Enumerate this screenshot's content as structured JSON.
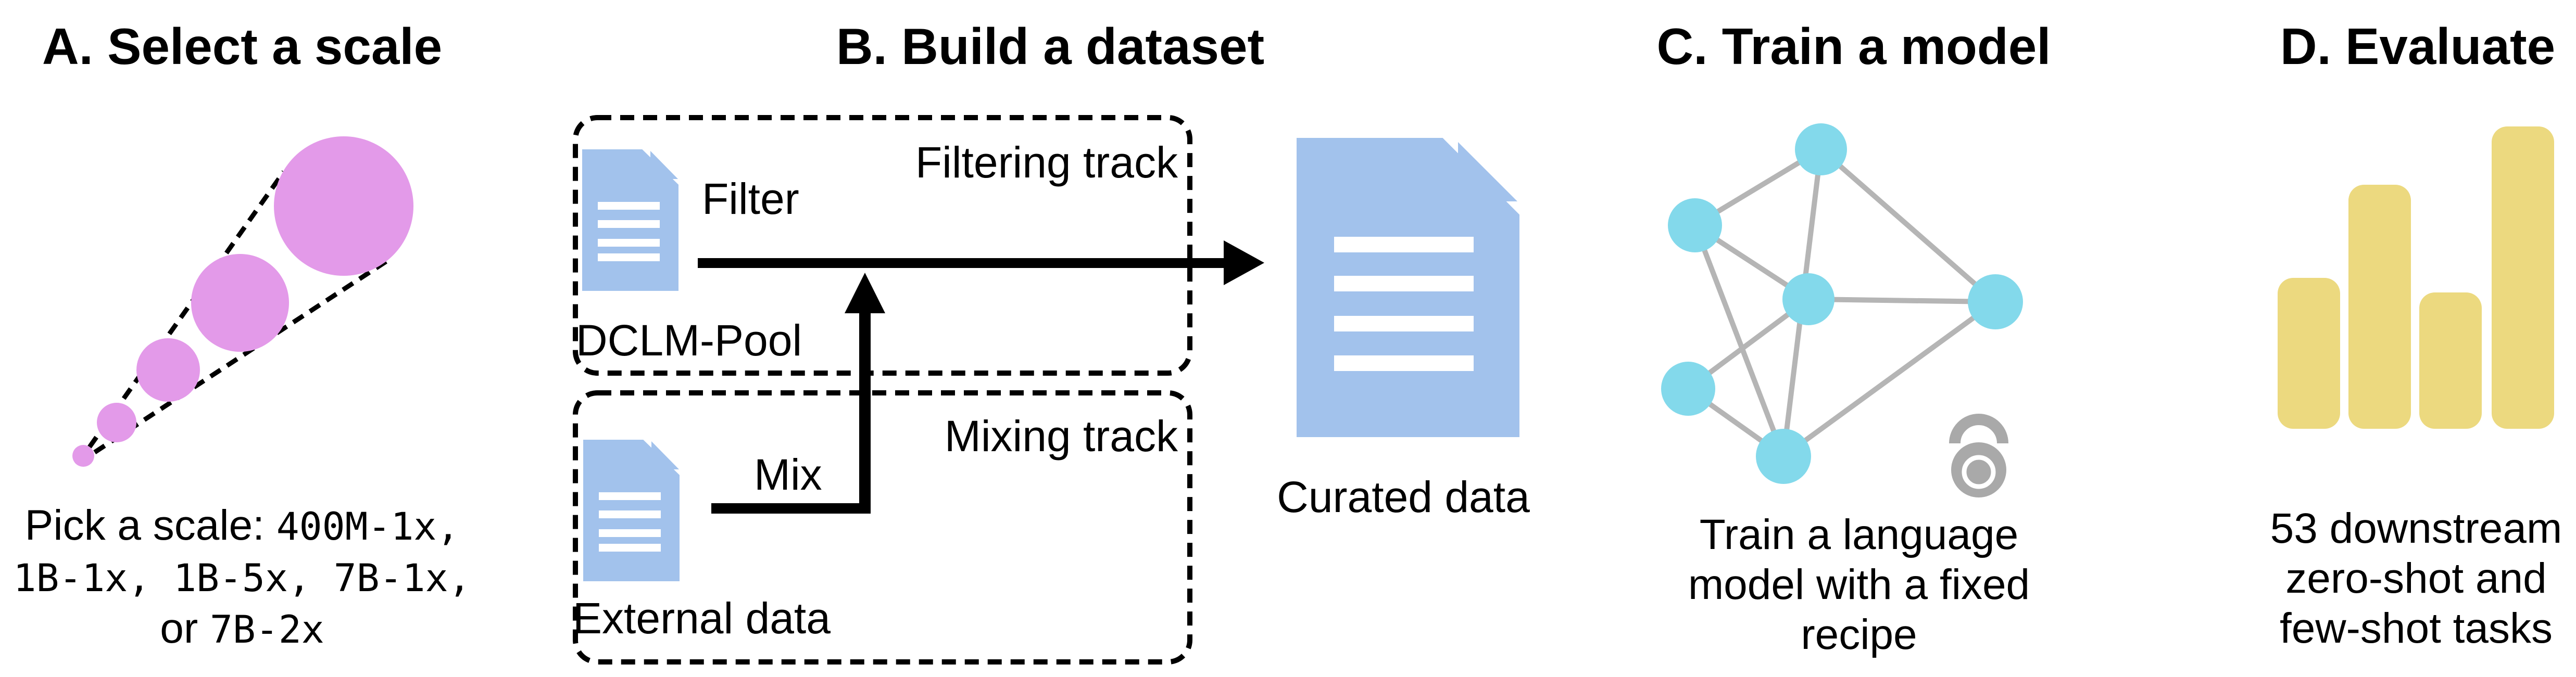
{
  "colors": {
    "circle-purple": "#e39ae9",
    "doc-blue": "#a2c2ec",
    "node-cyan": "#83d9eb",
    "edge-gray": "#b5b5b5",
    "lock-gray": "#a9a9a9",
    "bar-yellow": "#ecd97f",
    "ink": "#000000"
  },
  "panels": {
    "a": {
      "title": "A. Select a scale",
      "icon": "scale-cone-icon",
      "caption": {
        "prefix": "Pick a scale: ",
        "code1": "400M-1x,",
        "code2": "1B-1x, 1B-5x, 7B-1x,",
        "or_word": "or ",
        "code3": "7B-2x"
      }
    },
    "b": {
      "title": "B. Build a dataset",
      "filtering_track": "Filtering track",
      "mixing_track": "Mixing track",
      "filter": "Filter",
      "mix": "Mix",
      "dclm_pool": "DCLM-Pool",
      "external_data": "External data",
      "curated_data": "Curated data",
      "icons": [
        "document-icon",
        "arrow-right-icon",
        "elbow-arrow-up-icon"
      ]
    },
    "c": {
      "title": "C. Train a model",
      "icons": [
        "neural-network-icon",
        "lock-icon"
      ],
      "caption": [
        "Train a language",
        "model with a fixed",
        "recipe"
      ]
    },
    "d": {
      "title": "D. Evaluate",
      "icons": [
        "bar-chart-icon"
      ],
      "caption": [
        "53 downstream",
        "zero-shot and",
        "few-shot tasks"
      ]
    }
  }
}
